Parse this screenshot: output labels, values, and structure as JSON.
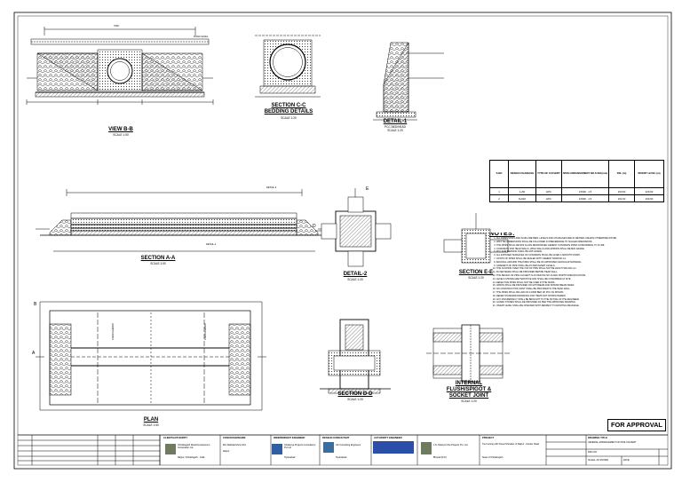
{
  "drawing": {
    "views": {
      "view_bb": {
        "title": "VIEW B-B",
        "scale": "SCALE 1:50"
      },
      "section_cc": {
        "title": "SECTION C-C",
        "subtitle": "BEDDING DETAILS",
        "scale": "SCALE 1:20"
      },
      "detail_1": {
        "title": "DETAIL-1",
        "subtitle": "PCC BED/HEAD",
        "scale": "SCALE 1:20"
      },
      "section_aa": {
        "title": "SECTION A-A",
        "scale": "SCALE 1:50"
      },
      "detail_2": {
        "title": "DETAIL-2",
        "scale": "SCALE 1:20"
      },
      "section_ee": {
        "title": "SECTION E-E",
        "scale": "SCALE 1:20"
      },
      "plan": {
        "title": "PLAN",
        "scale": "SCALE 1:50"
      },
      "section_dd": {
        "title": "SECTION D-D",
        "scale": "SCALE 1:20"
      },
      "joint": {
        "title": "INTERNAL",
        "subtitle": "FLUSH/SPIGOT &",
        "subtitle2": "SOCKET JOINT",
        "scale": "SCALE 1:20"
      }
    },
    "labels": {
      "dim_top": "7000",
      "road_level": "ROAD LEVEL",
      "detail_1_ref": "DETAIL-1",
      "detail_2_ref": "DETAIL-2",
      "carriageway_1": "CARRIAGEWAY",
      "carriageway_2": "CARRIAGEWAY",
      "marker_a": "A",
      "marker_b": "B",
      "marker_d": "D",
      "marker_e": "E"
    },
    "approval_stamp": "FOR APPROVAL"
  },
  "table": {
    "headers": [
      "S.NO",
      "DESIGN CHAINAGE",
      "TYPE OF CULVERT",
      "SPAN ARRANGEMENT NO.S DIA(mm)",
      "FRL (m)",
      "INVERT LEVEL (m)"
    ],
    "rows": [
      [
        "1",
        "1+50",
        "HPC",
        "1X900 - 1.5",
        "230.90",
        "229.90"
      ],
      [
        "2",
        "8+620",
        "HPC",
        "1X900 - 1.5",
        "231.60",
        "230.60"
      ]
    ]
  },
  "notes": {
    "title": "NOTES:",
    "items": [
      "ALL DIMENSIONS ARE IN MILLIMETRES. LEVELS AND CHAINAGES ARE IN METRES UNLESS OTHERWISE NOTED.",
      "WRITTEN DIMENSIONS SHALL BE FOLLOWED IN PREFERENCE TO SCALED DIMENSIONS.",
      "THE PIPES SHALL BE NP4 CLASS REINFORCED CEMENT CONCRETE PIPES CONFORMING TO IS 458.",
      "CONCRETE FOR HEAD WALLS, WING WALLS AND APRONS SHALL BE M20 GRADE.",
      "PCC FOR BEDDING SHALL BE M15 GRADE.",
      "ALL EXPOSED SURFACES OF CONCRETE SHALL BE GIVEN A SMOOTH FINISH.",
      "JOINTS OF PIPES SHALL BE SEALED WITH CEMENT MORTAR 1:2.",
      "BACKFILL AROUND THE PIPES SHALL BE OF APPROVED GRANULAR MATERIAL.",
      "GRADIENT OF PIPE SHALL BE AS PER INVERT LEVELS.",
      "THE CUSHION OVER THE TOP OF PIPE SHALL NOT BE LESS THAN 600 mm.",
      "FILTER MEDIA SHALL BE PROVIDED BEHIND HEAD WALL.",
      "THE DESIGN OF PIPE CULVERT IS AS PER IRC:SP:13 AND MORTH SPECIFICATIONS.",
      "LEVELS SHOWN ARE TENTATIVE AND SHALL BE CONFIRMED AT SITE.",
      "DEFECTIVE PIPES SHALL NOT BE USED IN THE WORK.",
      "APRON SHALL BE PROVIDED ON UPSTREAM AND DOWNSTREAM SIDES.",
      "NO CONSTRUCTION JOINT SHALL BE PROVIDED IN THE HEAD WALL.",
      "THE PIPES SHALL BE LAID ON A FIRM BED OF PCC AS SHOWN.",
      "REFER STANDARD DRAWINGS FOR ITEMS NOT SHOWN HEREIN.",
      "ANY DISCREPANCY SHALL BE BROUGHT TO THE NOTICE OF THE ENGINEER.",
      "GUARD STONES SHALL BE PROVIDED AS PER THE APPROVED DRAWING.",
      "INVERT LEVEL SHALL BE CHECKED WITH RESPECT TO EXISTING DRAINAGE."
    ]
  },
  "title_block": {
    "client_head": "CLIENT/AUTHORITY",
    "client": "Chhattisgarh Road Development Corporation Ltd.",
    "client_addr": "Raipur, Chhattisgarh - India",
    "concessionaire_head": "CONCESSIONAIRE",
    "concessionaire": "M/s Radhakrishna Infra",
    "concessionaire_addr": "Raipur",
    "ie_head": "INDEPENDENT ENGINEER",
    "ie": "Chaitanya Projects Consultancy Pvt Ltd",
    "ie_addr": "Hyderabad",
    "dc_head": "DESIGN CONSULTANT",
    "dc": "GK Consulting Engineers",
    "dc_addr": "Hyderabad",
    "auth_eng_head": "AUTHORITY ENGINEER",
    "auth_eng": "L.N. Malviya Infra Projects Pvt. Ltd.",
    "auth_eng_addr": "Bhopal (M.P.)",
    "project_head": "PROJECT",
    "project": "Two Laning with Paved Shoulder of Raipur - Kanker Road",
    "project_addr": "State of Chhattisgarh",
    "drawing_title_head": "DRAWING TITLE",
    "drawing_title": "GENERAL ARRANGEMENT OF PIPE CULVERT",
    "drawing_no": "DRG NO:",
    "scale_label": "SCALE: AS SHOWN",
    "date_label": "DATE:"
  },
  "colors": {
    "line": "#000000",
    "paper": "#ffffff",
    "hatch": "#3a3a3a"
  }
}
